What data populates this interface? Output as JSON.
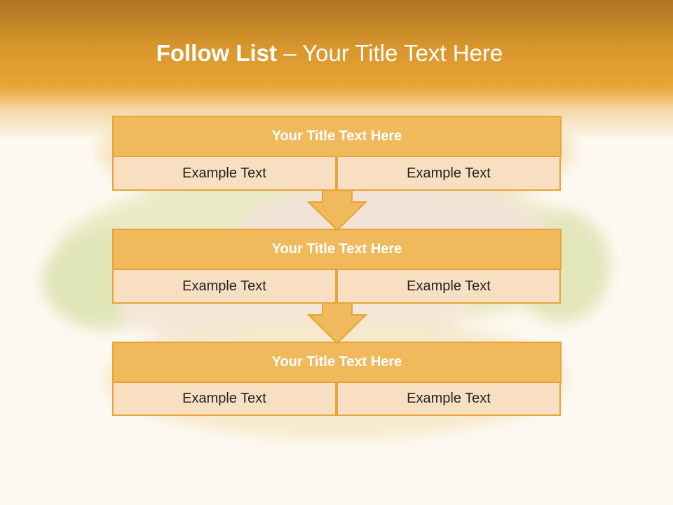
{
  "slide": {
    "title_bold": "Follow List",
    "title_rest": " – Your Title Text Here"
  },
  "blocks": [
    {
      "title": "Your Title Text Here",
      "left": "Example Text",
      "right": "Example Text"
    },
    {
      "title": "Your Title Text Here",
      "left": "Example Text",
      "right": "Example Text"
    },
    {
      "title": "Your Title Text Here",
      "left": "Example Text",
      "right": "Example Text"
    }
  ],
  "colors": {
    "header_band": "#e9a535",
    "box_title_fill": "#f0b95c",
    "box_border": "#e7a437",
    "cell_fill": "#f9dfc1"
  },
  "background_image": "faded sandwich photo"
}
